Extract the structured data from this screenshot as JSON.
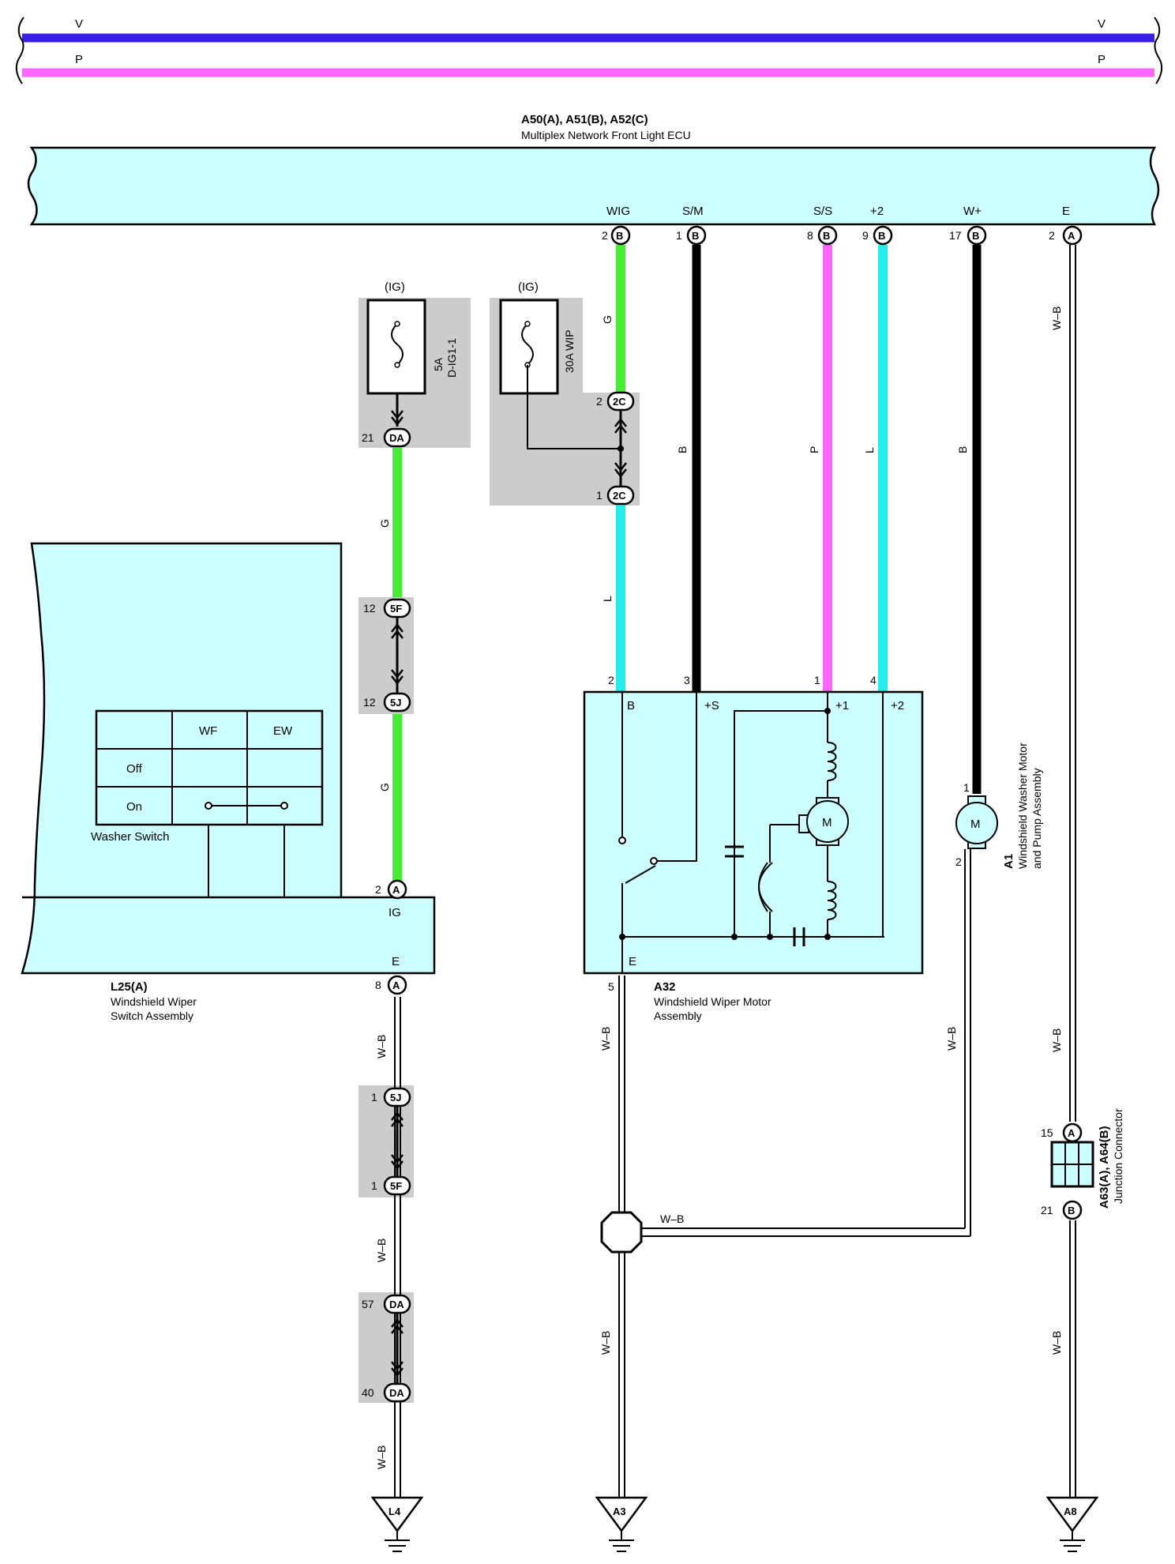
{
  "colors": {
    "violet": "#3a1ee6",
    "pink": "#ff66ff",
    "green": "#44ee33",
    "cyan": "#22eeee",
    "black": "#000000",
    "box_fill": "#ccffff",
    "shade": "#cccccc"
  },
  "bus": {
    "v_label": "V",
    "p_label": "P"
  },
  "ecu": {
    "code": "A50(A), A51(B), A52(C)",
    "name": "Multiplex Network Front Light ECU",
    "terms": [
      {
        "name": "WIG",
        "pin": "2",
        "conn": "B"
      },
      {
        "name": "S/M",
        "pin": "1",
        "conn": "B"
      },
      {
        "name": "S/S",
        "pin": "8",
        "conn": "B"
      },
      {
        "name": "+2",
        "pin": "9",
        "conn": "B"
      },
      {
        "name": "W+",
        "pin": "17",
        "conn": "B"
      },
      {
        "name": "E",
        "pin": "2",
        "conn": "A"
      }
    ]
  },
  "fuses": {
    "f1": {
      "tag": "(IG)",
      "rating": "5A",
      "name": "D-IG1-1"
    },
    "f2": {
      "tag": "(IG)",
      "name": "30A WIP"
    }
  },
  "connectors": {
    "da21": {
      "pin": "21",
      "id": "DA"
    },
    "c2c_top": {
      "pin": "2",
      "id": "2C"
    },
    "c2c_bot": {
      "pin": "1",
      "id": "2C"
    },
    "c5f_top": {
      "pin": "12",
      "id": "5F"
    },
    "c5j_top": {
      "pin": "12",
      "id": "5J"
    },
    "c5j_bot": {
      "pin": "1",
      "id": "5J"
    },
    "c5f_bot": {
      "pin": "1",
      "id": "5F"
    },
    "da57": {
      "pin": "57",
      "id": "DA"
    },
    "da40": {
      "pin": "40",
      "id": "DA"
    }
  },
  "wires": {
    "g": "G",
    "l": "L",
    "b": "B",
    "p": "P",
    "wb": "W–B"
  },
  "switch": {
    "code": "L25(A)",
    "name1": "Windshield Wiper",
    "name2": "Switch Assembly",
    "table_head": [
      "WF",
      "EW"
    ],
    "rows": [
      "Off",
      "On"
    ],
    "washer": "Washer Switch",
    "ig": "IG",
    "e": "E",
    "ig_pin": "2",
    "ig_conn": "A",
    "e_pin": "8",
    "e_conn": "A"
  },
  "motor": {
    "code": "A32",
    "name1": "Windshield Wiper Motor",
    "name2": "Assembly",
    "pins": [
      "2",
      "3",
      "1",
      "4",
      "5"
    ],
    "terms": [
      "B",
      "+S",
      "+1",
      "+2",
      "E"
    ],
    "m": "M"
  },
  "washer_motor": {
    "code": "A1",
    "name1": "Windshield Washer Motor",
    "name2": "and Pump Assembly",
    "pin_top": "1",
    "pin_bot": "2",
    "m": "M"
  },
  "junction": {
    "code": "A63(A), A64(B)",
    "name": "Junction Connector",
    "pin_a": "15",
    "conn_a": "A",
    "pin_b": "21",
    "conn_b": "B"
  },
  "grounds": [
    "L4",
    "A3",
    "A8"
  ]
}
